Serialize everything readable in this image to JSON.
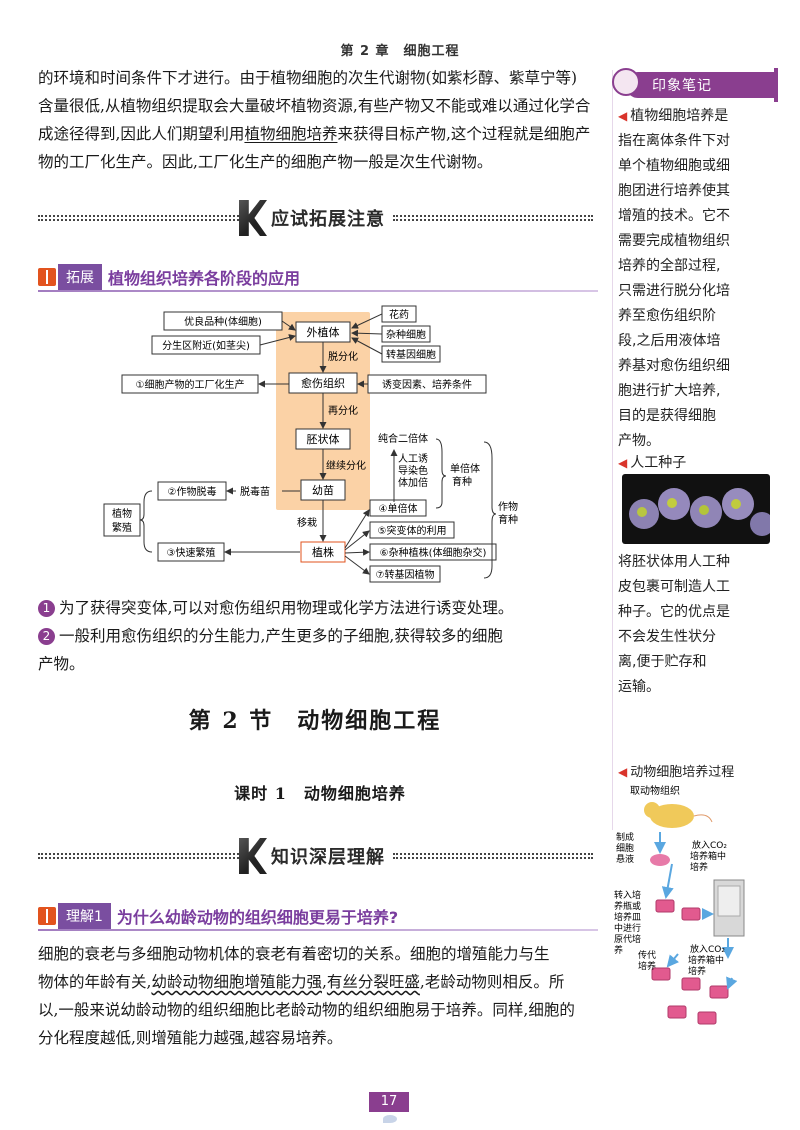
{
  "header": {
    "chapter": "第 2 章　细胞工程"
  },
  "intro": {
    "p1_line1": "的环境和时间条件下才进行。由于植物细胞的次生代谢物(如紫杉醇、紫草宁等)",
    "p1_line2": "含量很低,从植物组织提取会大量破坏植物资源,有些产物又不能或难以通过化学合",
    "p1_line3a": "成途径得到,因此人们期望利用",
    "p1_line3u": "植物细胞培养",
    "p1_line3b": "来获得目标产物,这个过程就是细胞产",
    "p1_line4": "物的工厂化生产。因此,工厂化生产的细胞产物一般是次生代谢物。"
  },
  "banner1": {
    "label": "应试拓展注意"
  },
  "expand": {
    "tag": "拓展",
    "title": "植物组织培养各阶段的应用"
  },
  "diagram": {
    "explant": "外植体",
    "callus": "愈伤组织",
    "embryoid": "胚状体",
    "seedling": "幼苗",
    "plant": "植株",
    "dedifferentiation": "脱分化",
    "redifferentiation": "再分化",
    "continue_diff": "继续分化",
    "transplant": "移栽",
    "left_sources": [
      "优良品种(体细胞)",
      "分生区附近(如茎尖)"
    ],
    "right_sources": [
      "花药",
      "杂种细胞",
      "转基因细胞"
    ],
    "factory": "①细胞产物的工厂化生产",
    "mutagen": "诱变因素、培养条件",
    "detox_crop": "②作物脱毒",
    "detox_seedling": "脱毒苗",
    "rapid": "③快速繁殖",
    "veg_propagation": "植物繁殖",
    "haploid": "④单倍体",
    "mutant_use": "⑤突变体的利用",
    "hybrid_plant": "⑥杂种植株(体细胞杂交)",
    "transgenic_plant": "⑦转基因植物",
    "pure_diploid": "纯合二倍体",
    "artificial_induce": "人工诱导染色体加倍",
    "haploid_breeding": "单倍体育种",
    "crop_breeding": "作物育种"
  },
  "notes_after_diagram": [
    {
      "num": "1",
      "text": "为了获得突变体,可以对愈伤组织用物理或化学方法进行诱变处理。"
    },
    {
      "num": "2",
      "text": "一般利用愈伤组织的分生能力,产生更多的子细胞,获得较多的细胞",
      "cont": "产物。"
    }
  ],
  "section": {
    "title": "第 2 节　动物细胞工程",
    "lesson": "课时 1　动物细胞培养"
  },
  "banner2": {
    "label": "知识深层理解"
  },
  "understand": {
    "tag": "理解1",
    "title": "为什么幼龄动物的组织细胞更易于培养?"
  },
  "understand_text": {
    "line1": "细胞的衰老与多细胞动物机体的衰老有着密切的关系。细胞的增殖能力与生",
    "line2a": "物体的年龄有关,",
    "line2u1": "幼龄动物细胞增殖能力强",
    "line2c": ",",
    "line2u2": "有丝分裂旺盛",
    "line2b": ",老龄动物则相反。所",
    "line3": "以,一般来说幼龄动物的组织细胞比老龄动物的组织细胞易于培养。同样,细胞的",
    "line4": "分化程度越低,则增殖能力越强,越容易培养。"
  },
  "sidebar": {
    "note_label": "印象笔记",
    "note1_lines": [
      "植物细胞培养是",
      "指在离体条件下对",
      "单个植物细胞或细",
      "胞团进行培养使其",
      "增殖的技术。它不",
      "需要完成植物组织",
      "培养的全部过程,",
      "只需进行脱分化培",
      "养至愈伤组织阶",
      "段,之后用液体培",
      "养基对愈伤组织细",
      "胞进行扩大培养,",
      "目的是获得细胞",
      "产物。"
    ],
    "note2_title": "人工种子",
    "note2_lines": [
      "将胚状体用人工种",
      "皮包裹可制造人工",
      "种子。它的优点是",
      "不会发生性状分",
      "离,便于贮存和",
      "运输。"
    ],
    "note3_title": "动物细胞培养过程",
    "process": {
      "take_tissue": "取动物组织",
      "make_suspension": "制成细胞悬液",
      "co2_incubator1": "放入CO₂培养箱中培养",
      "transfer": "转入培养瓶或培养皿中进行原代培养",
      "co2_incubator2": "放入CO₂培养箱中培养",
      "passage": "传代培养"
    }
  },
  "footer": {
    "page": "17"
  },
  "colors": {
    "accent_purple": "#8a3e8f",
    "tag_purple": "#7a4ea0",
    "orange_band": "#fbd2a6",
    "red_marker": "#d9342b"
  }
}
